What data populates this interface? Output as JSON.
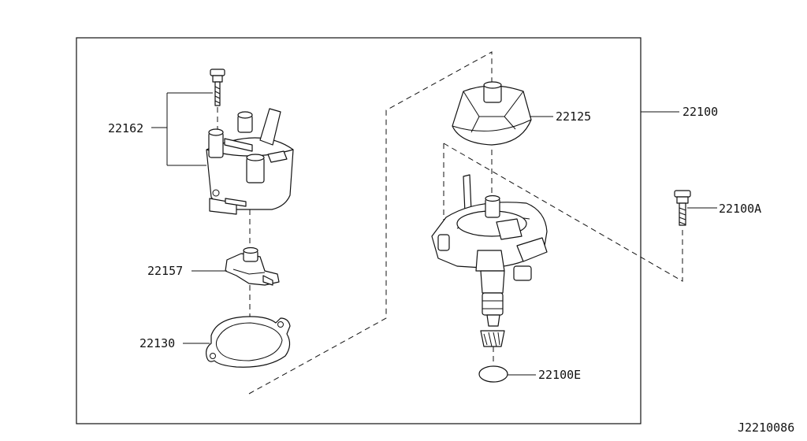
{
  "diagram": {
    "callouts": {
      "c22162": "22162",
      "c22157": "22157",
      "c22130": "22130",
      "c22125": "22125",
      "c22100": "22100",
      "c22100A": "22100A",
      "c22100E": "22100E"
    },
    "reference_code": "J2210086"
  }
}
